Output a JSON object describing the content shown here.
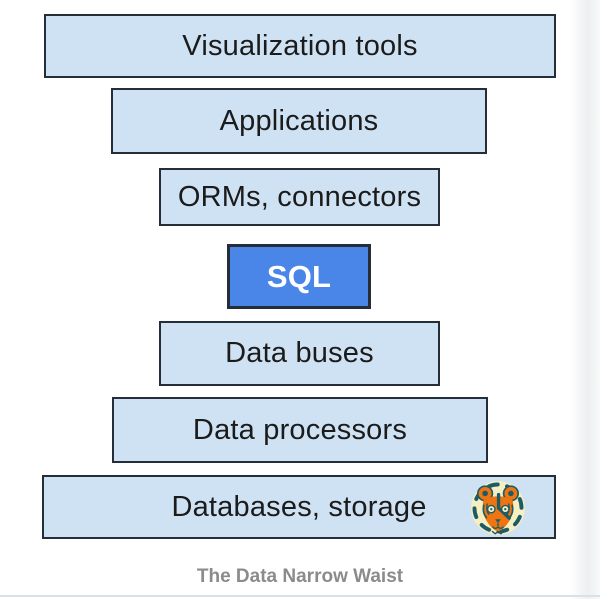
{
  "diagram": {
    "caption": "The Data Narrow Waist",
    "layers": [
      {
        "label": "Visualization tools"
      },
      {
        "label": "Applications"
      },
      {
        "label": "ORMs, connectors"
      },
      {
        "label": "SQL",
        "emphasis": true
      },
      {
        "label": "Data buses"
      },
      {
        "label": "Data processors"
      },
      {
        "label": "Databases, storage",
        "icon": "tiger-logo-icon"
      }
    ],
    "colors": {
      "layer_fill": "#cfe2f3",
      "layer_border": "#252e38",
      "sql_fill": "#4a86e8",
      "sql_text": "#ffffff",
      "label_text": "#1b1b1b",
      "caption_text": "#8b8b8b",
      "logo_cream": "#f5efc2",
      "logo_orange": "#ee7511",
      "logo_teal": "#1d5c66"
    }
  }
}
